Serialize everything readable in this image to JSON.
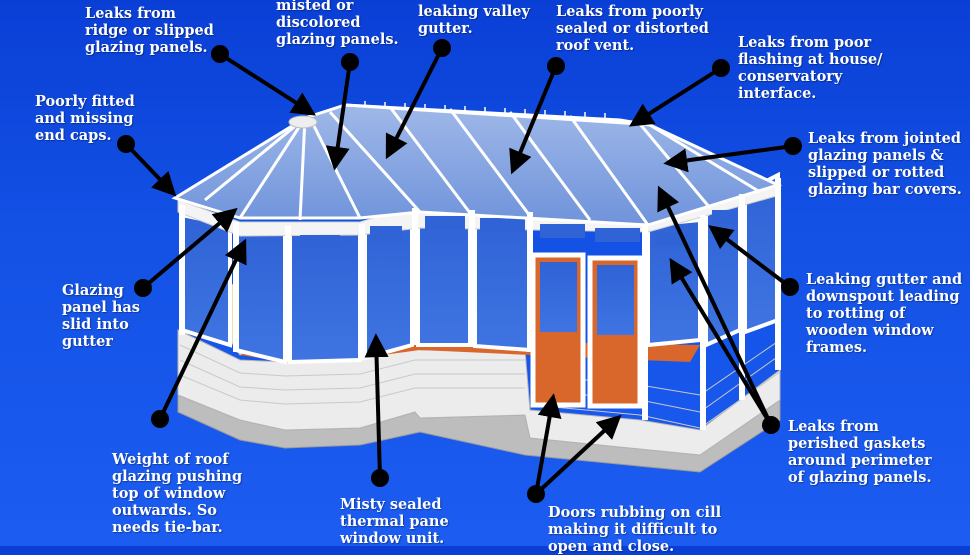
{
  "labels": {
    "ridge_leak": "Leaks from\nridge or slipped\nglazing panels.",
    "misted_panels": "misted or\ndiscolored\nglazing panels.",
    "valley_gutter": "leaking valley\ngutter.",
    "roof_vent": "Leaks from poorly\nsealed or distorted\nroof vent.",
    "house_flashing": "Leaks from poor\nflashing at house/\nconservatory\ninterface.",
    "end_caps": "Poorly fitted\nand missing\nend caps.",
    "jointed_panels": "Leaks from jointed\nglazing panels &\nslipped or rotted\nglazing bar covers.",
    "slid_panel": "Glazing\npanel has\nslid into\ngutter",
    "downspout": "Leaking gutter and\ndownspout leading\nto rotting of\nwooden window\nframes.",
    "perished_gaskets": "Leaks from\nperished gaskets\naround perimeter\nof glazing panels.",
    "roof_weight": "Weight of roof\nglazing pushing\ntop of window\noutwards.  So\nneeds tie-bar.",
    "misty_unit": "Misty sealed\nthermal pane\nwindow unit.",
    "doors_cill": "Doors rubbing on cill\nmaking it difficult to\nopen and close."
  },
  "colors": {
    "background": "#1452e6",
    "text": "#ffffff",
    "pointer": "#000000",
    "floor": "#d9662a",
    "frame": "#f4f4f4",
    "glass": "#3b6fd8",
    "base": "#c8c8c8"
  }
}
